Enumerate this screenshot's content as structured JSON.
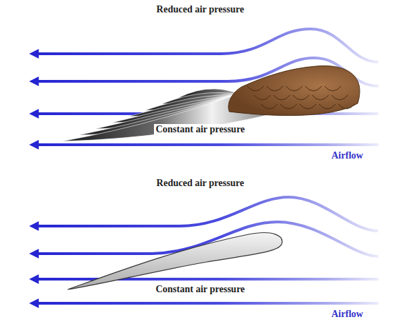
{
  "diagram": {
    "labels": [
      "Reduced air pressure",
      "Constant air pressure",
      "Airflow",
      "Reduced air pressure",
      "Constant air pressure",
      "Airflow"
    ]
  }
}
